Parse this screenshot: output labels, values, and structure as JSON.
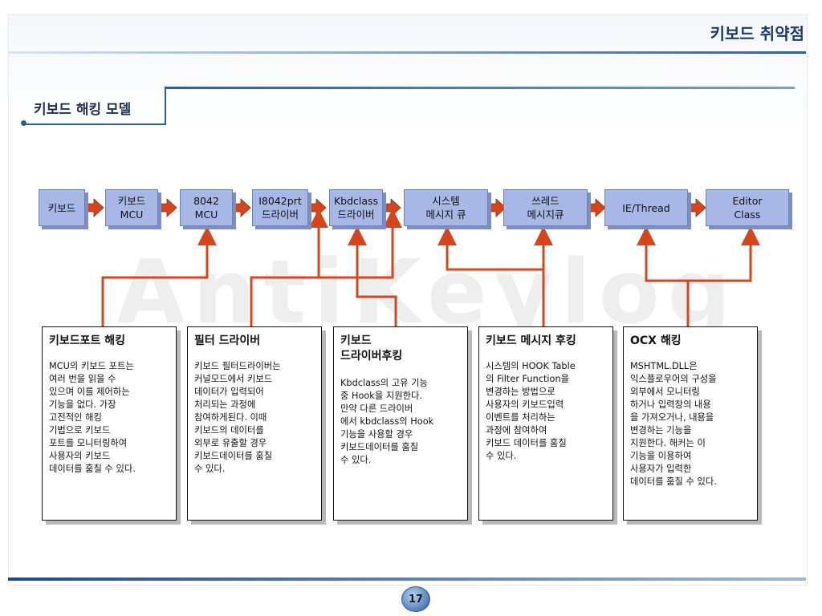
{
  "header": {
    "title": "키보드 취약점"
  },
  "section": {
    "title": "키보드 해킹 모델"
  },
  "watermark": "AntiKeylog",
  "flow_nodes": [
    {
      "label": "키보드"
    },
    {
      "label": "키보드\nMCU"
    },
    {
      "label": "8042\nMCU"
    },
    {
      "label": "I8042prt\n드라이버"
    },
    {
      "label": "Kbdclass\n드라이버"
    },
    {
      "label": "시스템\n메시지 큐"
    },
    {
      "label": "쓰레드\n메시지큐"
    },
    {
      "label": "IE/Thread"
    },
    {
      "label": "Editor\nClass"
    }
  ],
  "cards": [
    {
      "title": "키보드포트 해킹",
      "body": "MCU의 키보드 포트는\n여러 번을 읽을 수\n있으며 이를 제어하는\n기능을 없다.  가장\n고전적인 해킹\n기법으로 키보드\n포트를 모니터링하여\n사용자의 키보드\n데이터를 훔칠 수 있다."
    },
    {
      "title": "필터 드라이버",
      "body": "키보드 필터드라이버는\n커널모드에서 키보드\n데이터가 입력되어\n처리되는 과정에\n참여하게된다. 이때\n키보드의 데이터를\n외부로 유출할 경우\n키보드데이터를 훔칠\n수 있다."
    },
    {
      "title": "키보드\n드라이버후킹",
      "body": "Kbdclass의 고유 기능\n중 Hook을 지원한다.\n만약 다른 드라이버\n에서 kbdclass의 Hook\n기능을 사용할 경우\n키보드데이터를 훔칠\n수 있다."
    },
    {
      "title": "키보드 메시지 후킹",
      "body": "시스템의 HOOK Table\n의 Filter Function을\n변경하는 방법으로\n사용자의 키보드입력\n이벤트를 처리하는\n과정에 참여하여\n키보드 데이터를 훔칠\n수 있다."
    },
    {
      "title": "OCX 해킹",
      "body": "MSHTML.DLL은\n익스플로우어의 구성을\n외부에서 모니터링\n하거나 입력창의 내용\n을 가져오거나, 내용을\n변경하는 기능을\n지원한다. 해커는 이\n기능을 이용하여\n사용자가 입력한\n데이터를 훔칠 수 있다."
    }
  ],
  "page_number": "17",
  "colors": {
    "node_fill": "#a7b7e6",
    "arrow": "#d7461b",
    "accent": "#2f5e95"
  }
}
